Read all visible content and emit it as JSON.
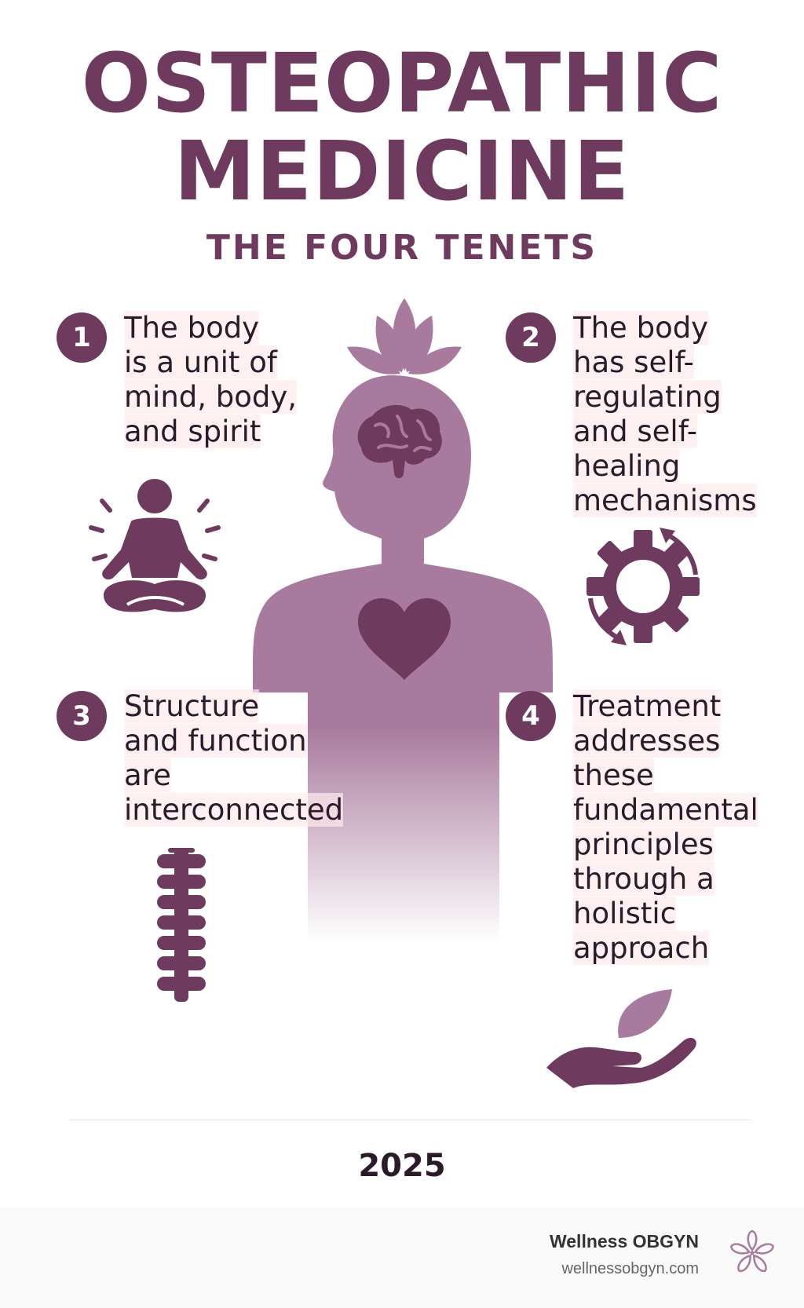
{
  "title_line1": "OSTEOPATHIC",
  "title_line2": "MEDICINE",
  "subtitle": "THE FOUR TENETS",
  "colors": {
    "primary": "#6e3a5e",
    "figure": "#a87a9d",
    "text": "#2a1a2a"
  },
  "tenets": [
    {
      "number": "1",
      "text": "The body\nis a unit of\nmind, body,\nand spirit",
      "icon": "meditation-icon"
    },
    {
      "number": "2",
      "text": "The body\nhas self-\nregulating\nand self-\nhealing\nmechanisms",
      "icon": "gear-cycle-icon"
    },
    {
      "number": "3",
      "text": "Structure\nand function\nare\ninterconnected",
      "icon": "spine-icon"
    },
    {
      "number": "4",
      "text": "Treatment\naddresses\nthese\nfundamental\nprinciples\nthrough a\nholistic\napproach",
      "icon": "hand-leaf-icon"
    }
  ],
  "center_icons": [
    "lotus-icon",
    "human-figure-icon",
    "brain-icon",
    "heart-icon"
  ],
  "year": "2025",
  "brand": {
    "name": "Wellness OBGYN",
    "url": "wellnessobgyn.com",
    "logo_icon": "flower-logo-icon"
  }
}
